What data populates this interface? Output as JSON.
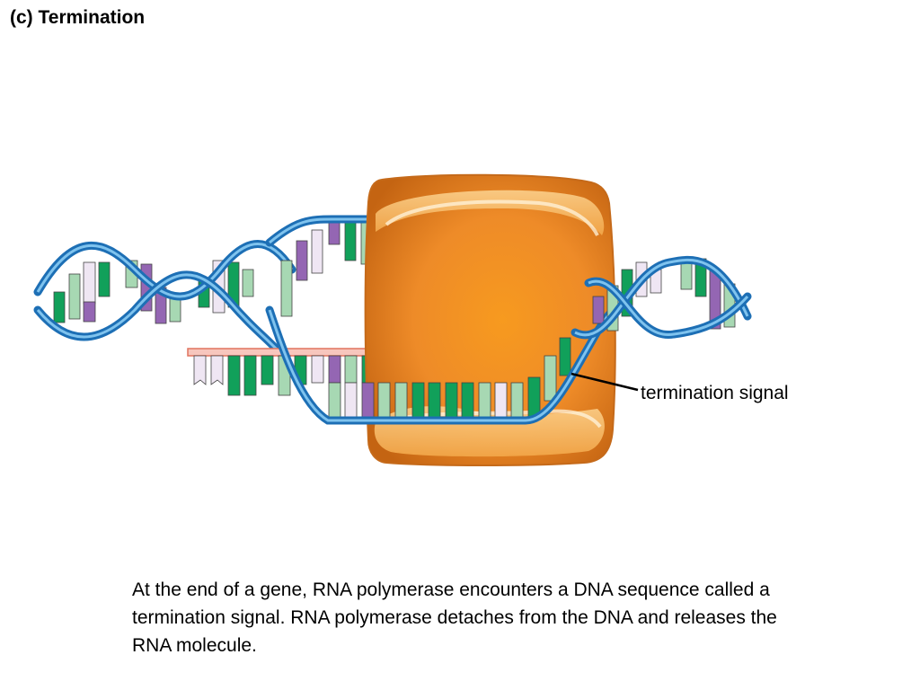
{
  "title": "(c) Termination",
  "labels": {
    "termination_signal": "termination signal"
  },
  "caption": "At the end of a gene, RNA polymerase encounters a DNA sequence called a termination signal. RNA polymerase detaches from the DNA and releases the RNA molecule.",
  "colors": {
    "backbone": "#2a8fd6",
    "backbone_light": "#7fc3ee",
    "base_dark_green": "#11a05a",
    "base_light_green": "#a7d8b3",
    "base_purple": "#9466b3",
    "base_lavender": "#efe6f3",
    "polymerase": "#f0922a",
    "polymerase_light": "#fcd49a",
    "rna_strand": "#ee8d7b"
  }
}
